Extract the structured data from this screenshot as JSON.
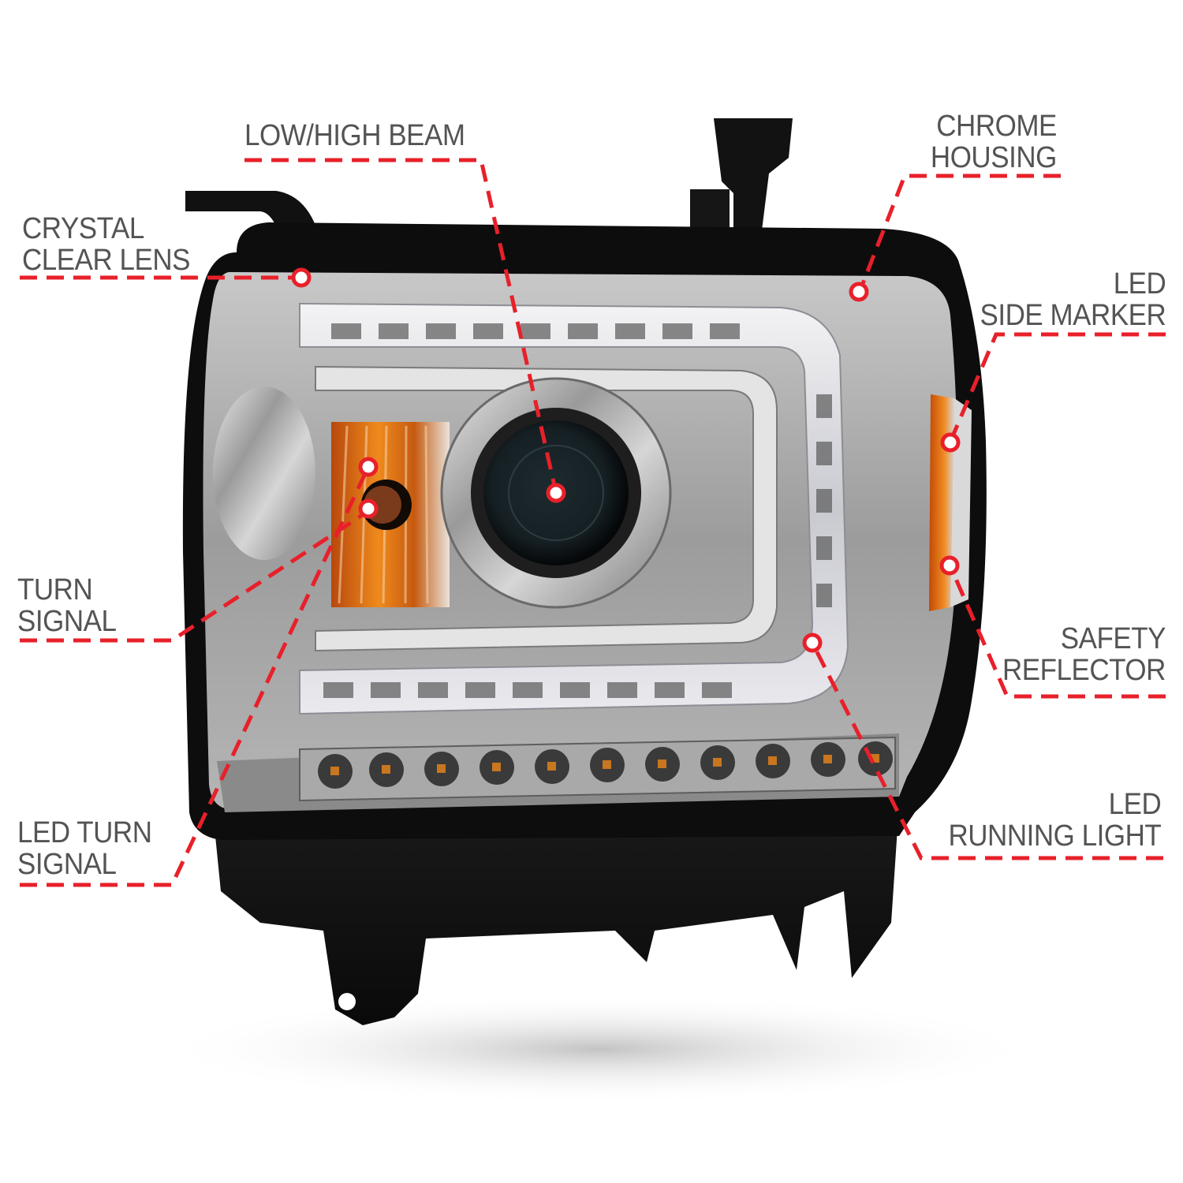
{
  "diagram": {
    "subject": "Headlight assembly (chrome housing, projector, LED bar)",
    "accent_color": "#e8202a",
    "label_color": "#545454",
    "callouts": [
      {
        "id": "low-high-beam",
        "lines": [
          "LOW/HIGH BEAM"
        ],
        "side": "top"
      },
      {
        "id": "crystal-clear-lens",
        "lines": [
          "CRYSTAL",
          "CLEAR LENS"
        ],
        "side": "left"
      },
      {
        "id": "chrome-housing",
        "lines": [
          "CHROME",
          "HOUSING"
        ],
        "side": "top-right"
      },
      {
        "id": "led-side-marker",
        "lines": [
          "LED",
          "SIDE MARKER"
        ],
        "side": "right"
      },
      {
        "id": "turn-signal",
        "lines": [
          "TURN",
          "SIGNAL"
        ],
        "side": "left"
      },
      {
        "id": "safety-reflector",
        "lines": [
          "SAFETY",
          "REFLECTOR"
        ],
        "side": "right"
      },
      {
        "id": "led-turn-signal",
        "lines": [
          "LED TURN",
          "SIGNAL"
        ],
        "side": "left"
      },
      {
        "id": "led-running-light",
        "lines": [
          "LED",
          "RUNNING LIGHT"
        ],
        "side": "right"
      }
    ]
  }
}
